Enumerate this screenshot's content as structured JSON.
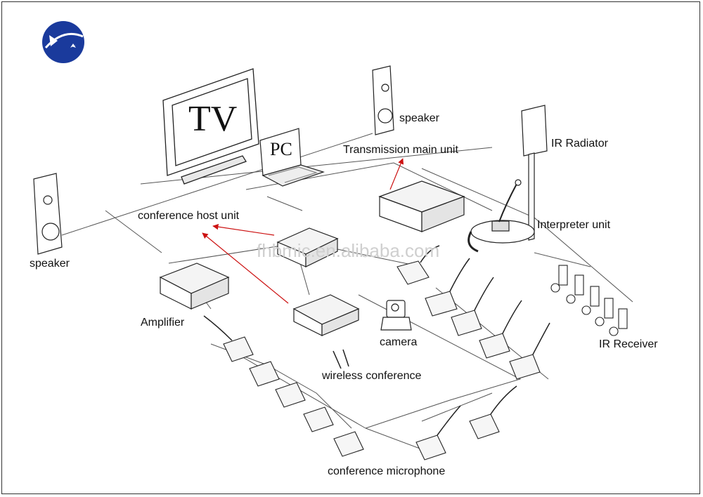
{
  "labels": {
    "tv": "TV",
    "pc": "PC",
    "speaker_right": "speaker",
    "speaker_left": "speaker",
    "ir_radiator": "IR Radiator",
    "transmission_main_unit": "Transmission main unit",
    "interpreter_unit": "Interpreter unit",
    "conference_host_unit": "conference host unit",
    "amplifier": "Amplifier",
    "camera": "camera",
    "ir_receiver": "IR Receiver",
    "wireless_conference": "wireless conference",
    "conference_microphone": "conference microphone"
  },
  "watermark": "fhbmic.en.alibaba.com",
  "colors": {
    "line": "#555555",
    "arrow": "#cc1111",
    "logo_blue": "#1a3a9c",
    "device_fill": "#f4f4f4"
  }
}
